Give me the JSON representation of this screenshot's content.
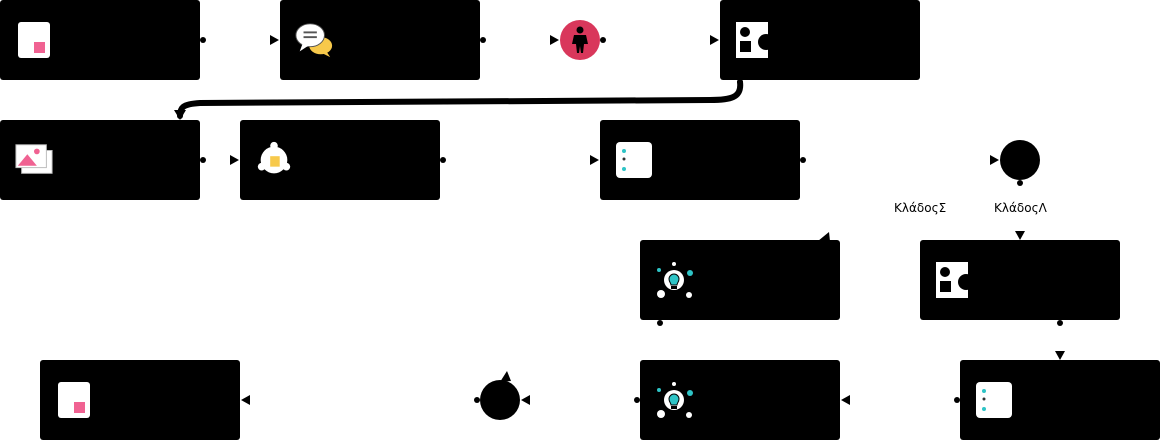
{
  "colors": {
    "node_fill": "#000000",
    "person_fill": "#d9375b",
    "pink_accent": "#f06292",
    "yellow_accent": "#f7c94b",
    "teal_accent": "#2ec4c6"
  },
  "nodes": [
    {
      "id": "n1",
      "icon": "page-icon"
    },
    {
      "id": "n2",
      "icon": "chat-bubbles-icon"
    },
    {
      "id": "n3",
      "icon": "person-icon"
    },
    {
      "id": "n4",
      "icon": "shapes-icon"
    },
    {
      "id": "n5",
      "icon": "image-gallery-icon"
    },
    {
      "id": "n6",
      "icon": "sticky-note-icon"
    },
    {
      "id": "n7",
      "icon": "list-card-icon"
    },
    {
      "id": "n8",
      "icon": "branch-circle"
    },
    {
      "id": "n9",
      "icon": "idea-network-icon"
    },
    {
      "id": "n10",
      "icon": "shapes-icon"
    },
    {
      "id": "n11",
      "icon": "list-card-icon"
    },
    {
      "id": "n12",
      "icon": "idea-network-icon"
    },
    {
      "id": "n13",
      "icon": "merge-circle"
    },
    {
      "id": "n14",
      "icon": "page-icon"
    }
  ],
  "edge_labels": {
    "branch_left": "ΚλάδοςΣ",
    "branch_right": "ΚλάδοςΛ"
  }
}
